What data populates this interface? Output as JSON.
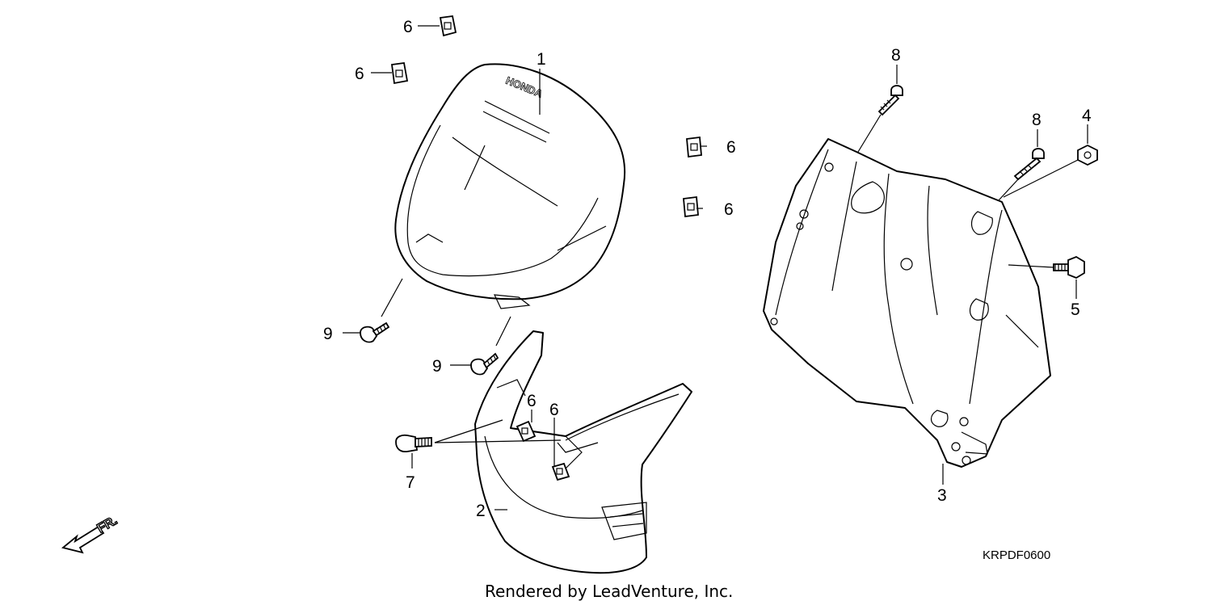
{
  "callouts": [
    "1",
    "2",
    "3",
    "4",
    "5",
    "6",
    "6",
    "6",
    "6",
    "6",
    "6",
    "7",
    "8",
    "8",
    "9",
    "9"
  ],
  "direction_label": "FR.",
  "brand_emboss": "HONDA",
  "diagram_code": "KRPDF0600",
  "credit": "Rendered by LeadVenture, Inc."
}
